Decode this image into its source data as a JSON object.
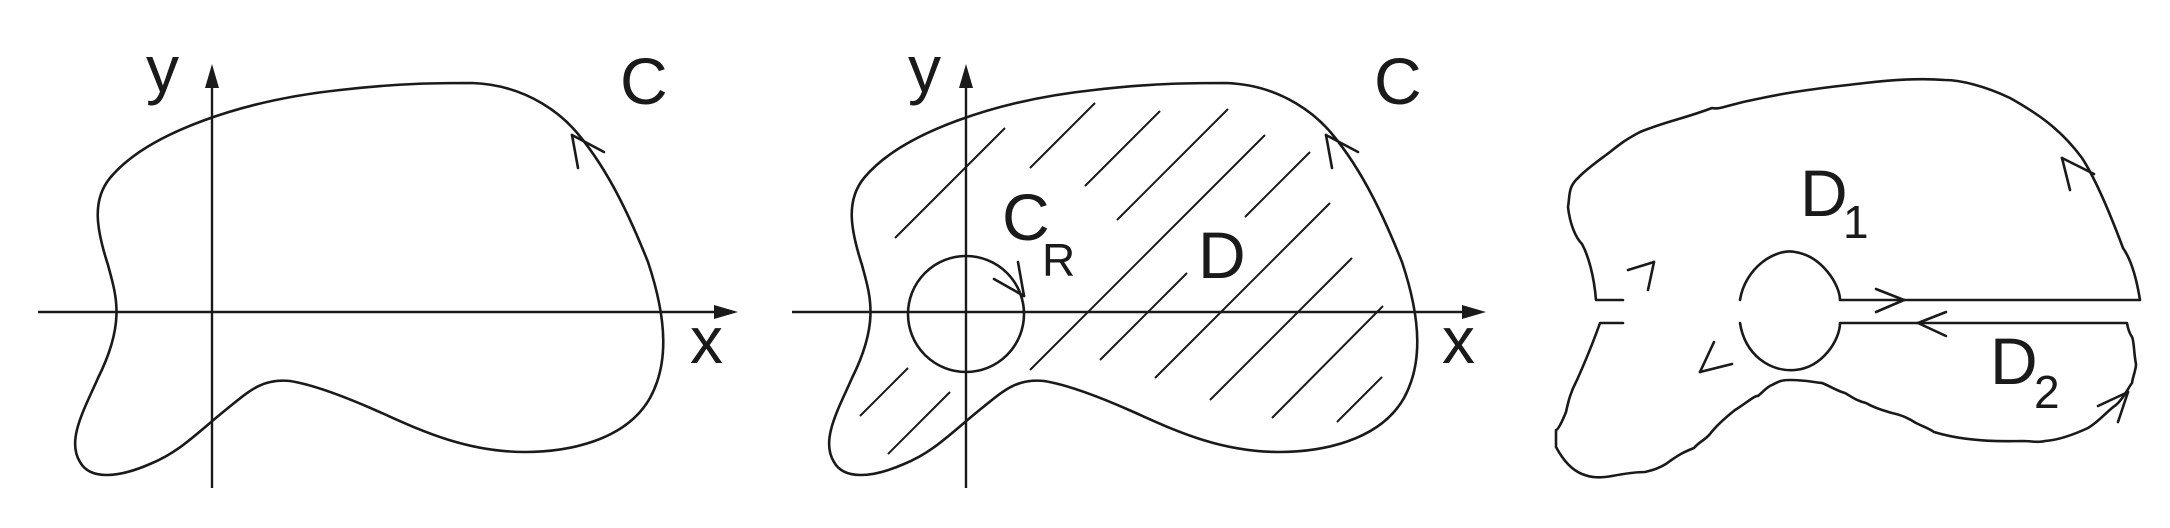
{
  "panels": [
    {
      "axis_x_label": "x",
      "axis_y_label": "y",
      "curve_label": "C"
    },
    {
      "axis_x_label": "x",
      "axis_y_label": "y",
      "curve_label": "C",
      "circle_label": "C",
      "circle_label_subscript": "R",
      "region_label": "D"
    },
    {
      "region_top_label": "D",
      "region_top_subscript": "1",
      "region_bottom_label": "D",
      "region_bottom_subscript": "2"
    }
  ]
}
